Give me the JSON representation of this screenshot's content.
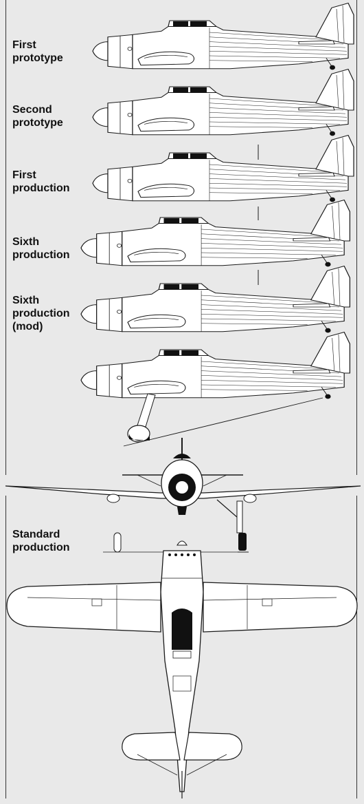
{
  "labels": {
    "first_prototype": "First\nprototype",
    "second_prototype": "Second\nprototype",
    "first_production": "First\nproduction",
    "sixth_production": "Sixth\nproduction",
    "sixth_production_mod": "Sixth\nproduction\n(mod)",
    "standard_production": "Standard\nproduction"
  },
  "colors": {
    "background": "#e9e9e9",
    "line": "#1a1a1a",
    "canopy": "#111111"
  }
}
